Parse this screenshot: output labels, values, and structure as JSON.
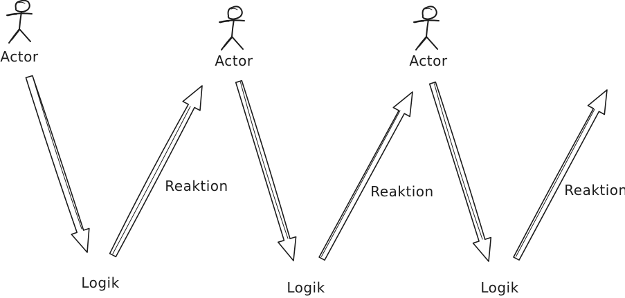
{
  "colors": {
    "background": "#ffffff",
    "ink": "#1c1c1c"
  },
  "diagram": {
    "type": "sketch-sequence-diagram",
    "actors": [
      {
        "label": "Actor"
      },
      {
        "label": "Actor"
      },
      {
        "label": "Actor"
      }
    ],
    "interactions": [
      {
        "down_label": "Logik",
        "up_label": "Reaktion"
      },
      {
        "down_label": "Logik",
        "up_label": "Reaktion"
      },
      {
        "down_label": "Logik",
        "up_label": "Reaktion"
      }
    ]
  }
}
